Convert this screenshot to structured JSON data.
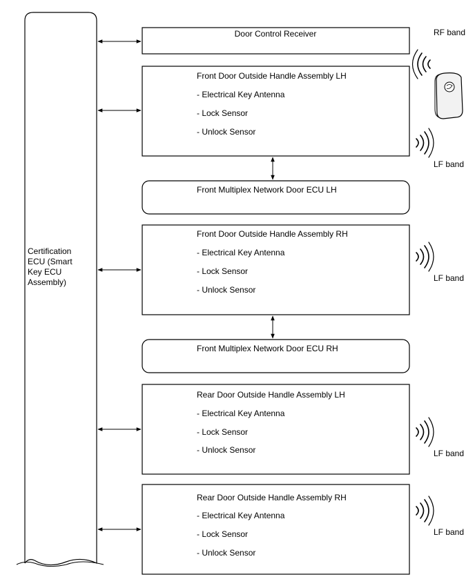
{
  "certification_ecu": {
    "lines": [
      "Certification",
      "ECU (Smart",
      "Key ECU",
      "Assembly)"
    ]
  },
  "door_control_receiver": {
    "title": "Door Control Receiver"
  },
  "rf_band_label": "RF band",
  "handle_assemblies": [
    {
      "title": "Front Door Outside Handle Assembly LH",
      "items": [
        "- Electrical Key Antenna",
        "- Lock Sensor",
        "- Unlock Sensor"
      ],
      "band": "LF band"
    },
    {
      "title": "Front Door Outside Handle Assembly RH",
      "items": [
        "- Electrical Key Antenna",
        "- Lock Sensor",
        "- Unlock Sensor"
      ],
      "band": "LF band"
    },
    {
      "title": "Rear Door Outside Handle Assembly LH",
      "items": [
        "- Electrical Key Antenna",
        "- Lock Sensor",
        "- Unlock Sensor"
      ],
      "band": "LF band"
    },
    {
      "title": "Rear Door Outside Handle Assembly RH",
      "items": [
        "- Electrical Key Antenna",
        "- Lock Sensor",
        "- Unlock Sensor"
      ],
      "band": "LF band"
    }
  ],
  "door_ecus": [
    {
      "title": "Front Multiplex Network Door ECU LH"
    },
    {
      "title": "Front Multiplex Network Door ECU RH"
    }
  ],
  "colors": {
    "stroke": "#000000",
    "background": "#ffffff",
    "key_fob_fill": "#f2f2f2"
  },
  "icons": {
    "key_fob": "key-fob-icon",
    "signal_waves": "signal-waves-icon"
  }
}
